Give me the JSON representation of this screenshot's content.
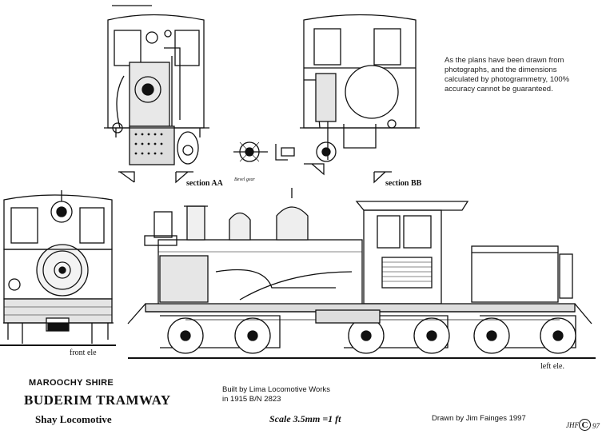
{
  "note": "As the plans have been drawn from photographs, and the dimensions calculated by photogrammetry, 100% accuracy cannot be guaranteed.",
  "labels": {
    "section_aa": "section AA",
    "section_bb": "section BB",
    "bevel_gear": "Bevel gear",
    "front_ele": "front ele",
    "left_ele": "left ele."
  },
  "title": {
    "shire": "MAROOCHY SHIRE",
    "tramway": "BUDERIM TRAMWAY",
    "locomotive": "Shay Locomotive"
  },
  "builder": {
    "line1": "Built by Lima Locomotive Works",
    "line2": "in 1915  B/N 2823"
  },
  "scale": "Scale 3.5mm =1 ft",
  "drawn_by": "Drawn by Jim Fainges  1997",
  "signature": {
    "initials": "JHF",
    "copyright": "C",
    "year": "97"
  }
}
